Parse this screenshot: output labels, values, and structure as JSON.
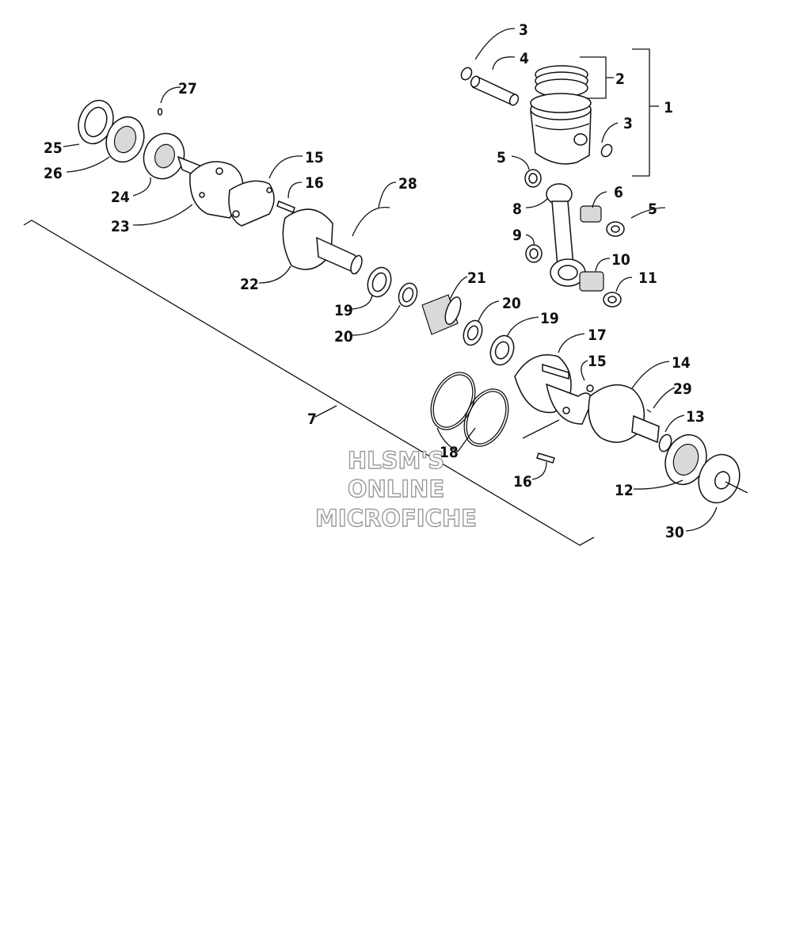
{
  "callouts": {
    "c1": "1",
    "c2": "2",
    "c3a": "3",
    "c3b": "3",
    "c4": "4",
    "c5a": "5",
    "c5b": "5",
    "c6": "6",
    "c7": "7",
    "c8": "8",
    "c9": "9",
    "c10": "10",
    "c11": "11",
    "c12": "12",
    "c13": "13",
    "c14": "14",
    "c15a": "15",
    "c15b": "15",
    "c16a": "16",
    "c16b": "16",
    "c17": "17",
    "c18": "18",
    "c19a": "19",
    "c19b": "19",
    "c20a": "20",
    "c20b": "20",
    "c21": "21",
    "c22": "22",
    "c23": "23",
    "c24": "24",
    "c25": "25",
    "c26": "26",
    "c27": "27",
    "c28": "28",
    "c29": "29",
    "c30": "30"
  },
  "watermark": {
    "line1": "HLSM'S",
    "line2": "ONLINE",
    "line3": "MICROFICHE"
  }
}
